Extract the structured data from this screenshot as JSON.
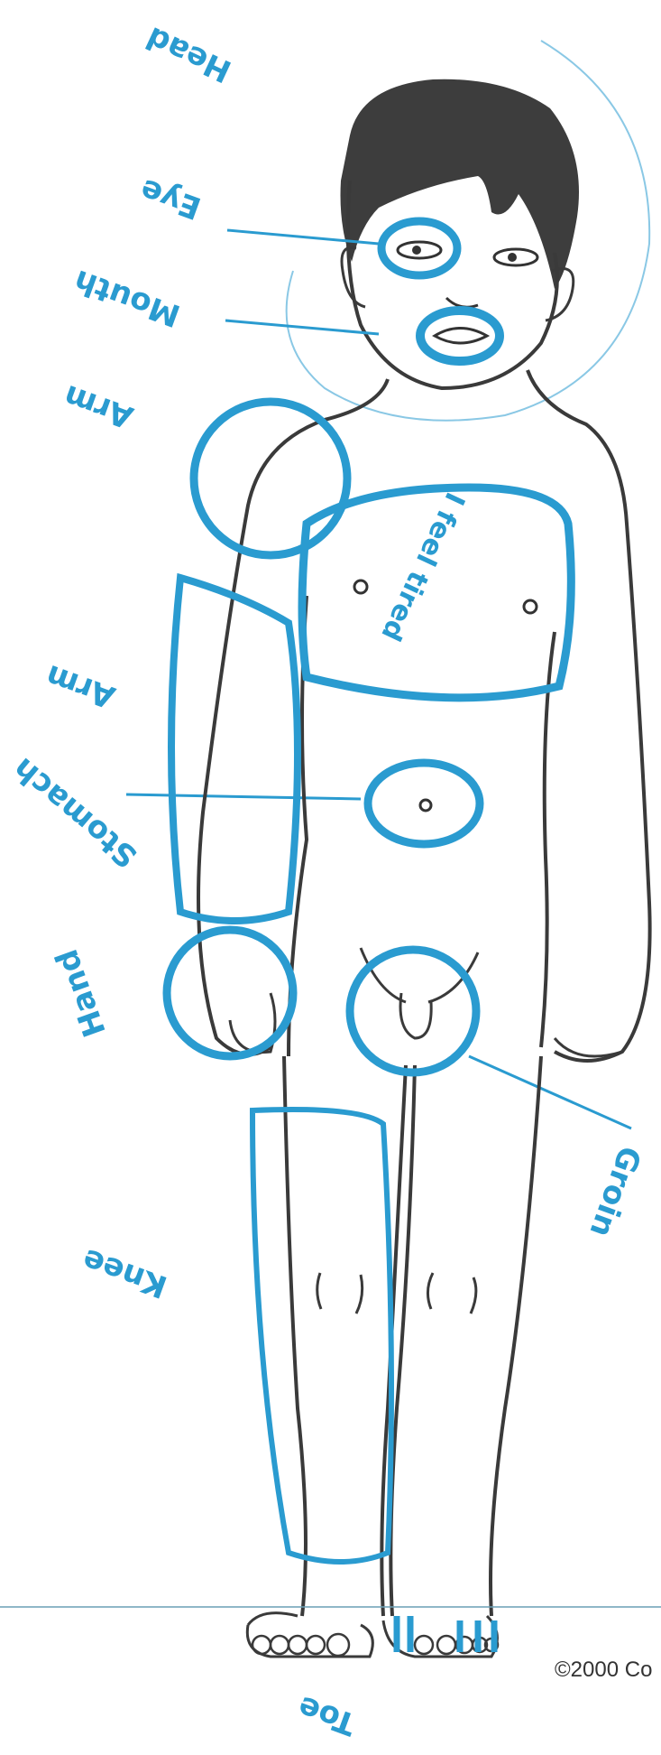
{
  "title": "",
  "colors": {
    "marker": "#2a9bd0",
    "outline": "#3a3a3a",
    "hair": "#3d3d3d",
    "baseline": "#6a9fb5"
  },
  "labels": {
    "head": "Head",
    "eye": "Eye",
    "mouth": "Mouth",
    "arm_upper": "Arm",
    "chest": "I feel tired",
    "arm": "Arm",
    "stomach": "Stomach",
    "hand": "Hand",
    "groin": "Groin",
    "knee": "Knee",
    "toe": "Toe"
  },
  "copyright": "©2000 Co"
}
